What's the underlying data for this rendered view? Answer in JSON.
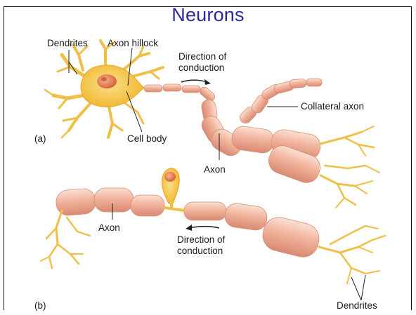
{
  "slide": {
    "title": "Neurons"
  },
  "labels": {
    "dendrites_a": "Dendrites",
    "axon_hillock": "Axon hillock",
    "direction_a_line1": "Direction of",
    "direction_a_line2": "conduction",
    "collateral_axon": "Collateral axon",
    "part_a": "(a)",
    "cell_body": "Cell body",
    "axon_a": "Axon",
    "axon_b": "Axon",
    "direction_b_line1": "Direction of",
    "direction_b_line2": "conduction",
    "part_b": "(b)",
    "dendrites_b": "Dendrites"
  },
  "colors": {
    "title": "#2b2b9e",
    "cell_body": "#f4c13a",
    "dendrite": "#f2c24e",
    "myelin": "#efb29a",
    "myelin_highlight": "#f8d7c8",
    "nucleus": "#e98a60"
  }
}
